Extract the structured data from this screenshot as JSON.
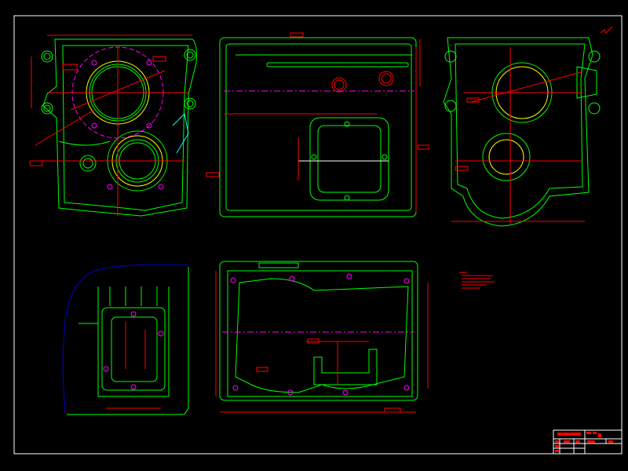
{
  "drawing": {
    "background": "#000000",
    "colors": {
      "frame": "#ffffff",
      "outline": "#00ff00",
      "dimension": "#ff0000",
      "centerline": "#ff00ff",
      "hidden": "#ffff00",
      "break_line": "#0000cc",
      "hatch": "#00ffff"
    },
    "views": [
      "front-view",
      "top-view",
      "side-view",
      "partial-view",
      "bottom-view"
    ],
    "notes_text_legible": false,
    "title_block_text_legible": false
  }
}
